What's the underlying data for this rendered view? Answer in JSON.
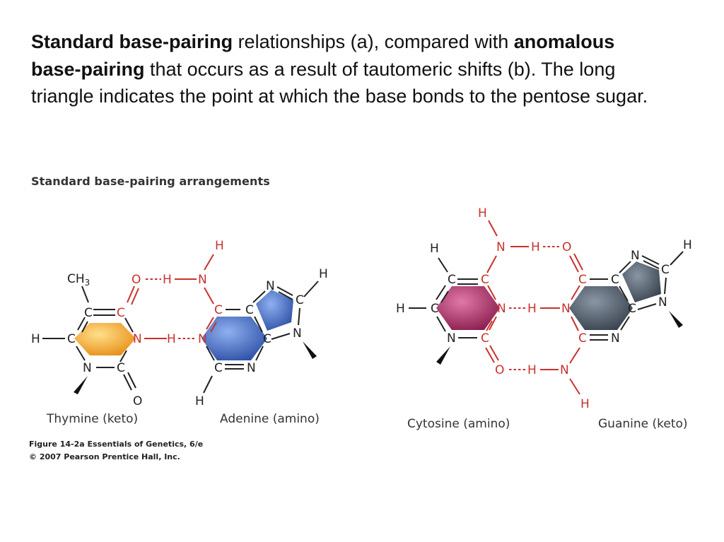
{
  "caption": {
    "bold1": "Standard base-pairing",
    "text1": " relationships (a), compared with ",
    "bold2": "anomalous base-pairing",
    "text2": " that occurs as a result of tautomeric shifts (b). The long triangle indicates the point at which the base bonds to the pentose sugar."
  },
  "subtitle": "Standard base-pairing arrangements",
  "labels": {
    "thymine": "Thymine (keto)",
    "adenine": "Adenine (amino)",
    "cytosine": "Cytosine (amino)",
    "guanine": "Guanine (keto)"
  },
  "figure_ref": {
    "line1": "Figure 14-2a  Essentials of Genetics, 6/e",
    "line2": "© 2007 Pearson Prentice Hall, Inc."
  },
  "atoms": {
    "C": "C",
    "N": "N",
    "O": "O",
    "H": "H",
    "CH3": "CH3"
  },
  "colors": {
    "thymine": "#f0a030",
    "adenine": "#4a70c8",
    "cytosine": "#b03a68",
    "guanine": "#4e5a66",
    "bond_red": "#c8322d"
  }
}
